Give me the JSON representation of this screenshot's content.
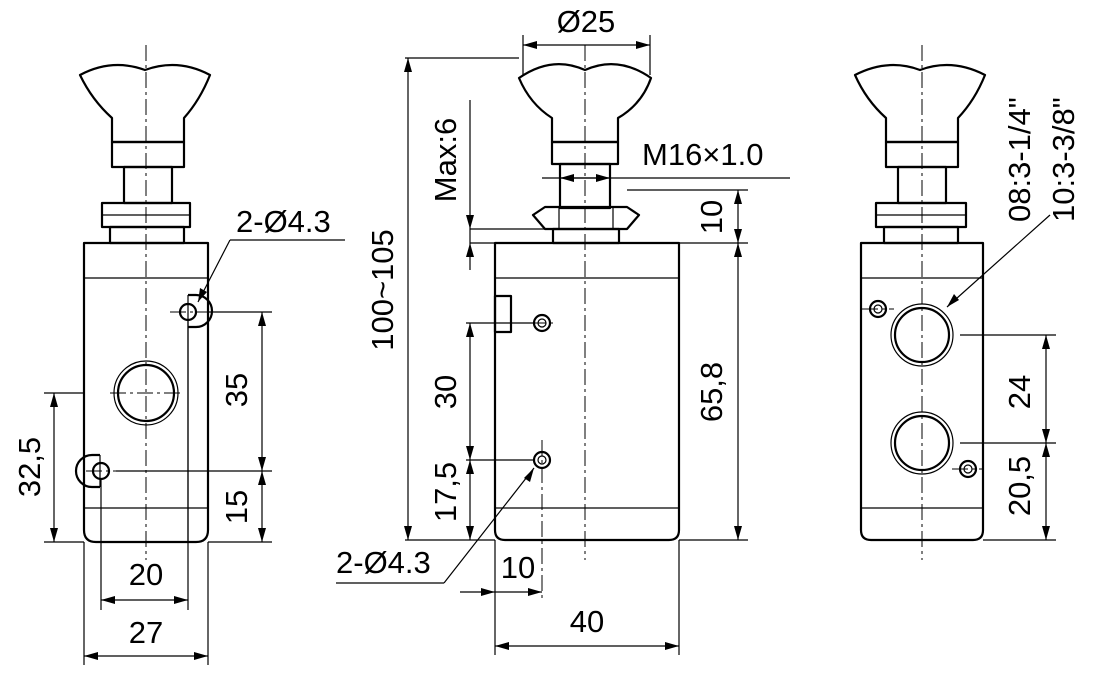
{
  "dimensions": {
    "dia_top": "Ø25",
    "thread": "M16×1.0",
    "max_stroke": "Max:6",
    "total_height": "100~105",
    "nut_height": "10",
    "hole_spacing_front": "30",
    "hole_offset_front": "17,5",
    "body_height": "65,8",
    "hole_front": "2-Ø4.3",
    "left_offset_bottom": "10",
    "body_width_front": "40",
    "hole_side": "2-Ø4.3",
    "left_hole_spacing": "35",
    "left_port_height": "32,5",
    "left_hole_bottom": "15",
    "left_hole_pitch": "20",
    "left_width": "27",
    "port_size_1": "08:3-1/4\"",
    "port_size_2": "10:3-3/8\"",
    "right_port_spacing": "24",
    "right_port_bottom": "20,5"
  }
}
